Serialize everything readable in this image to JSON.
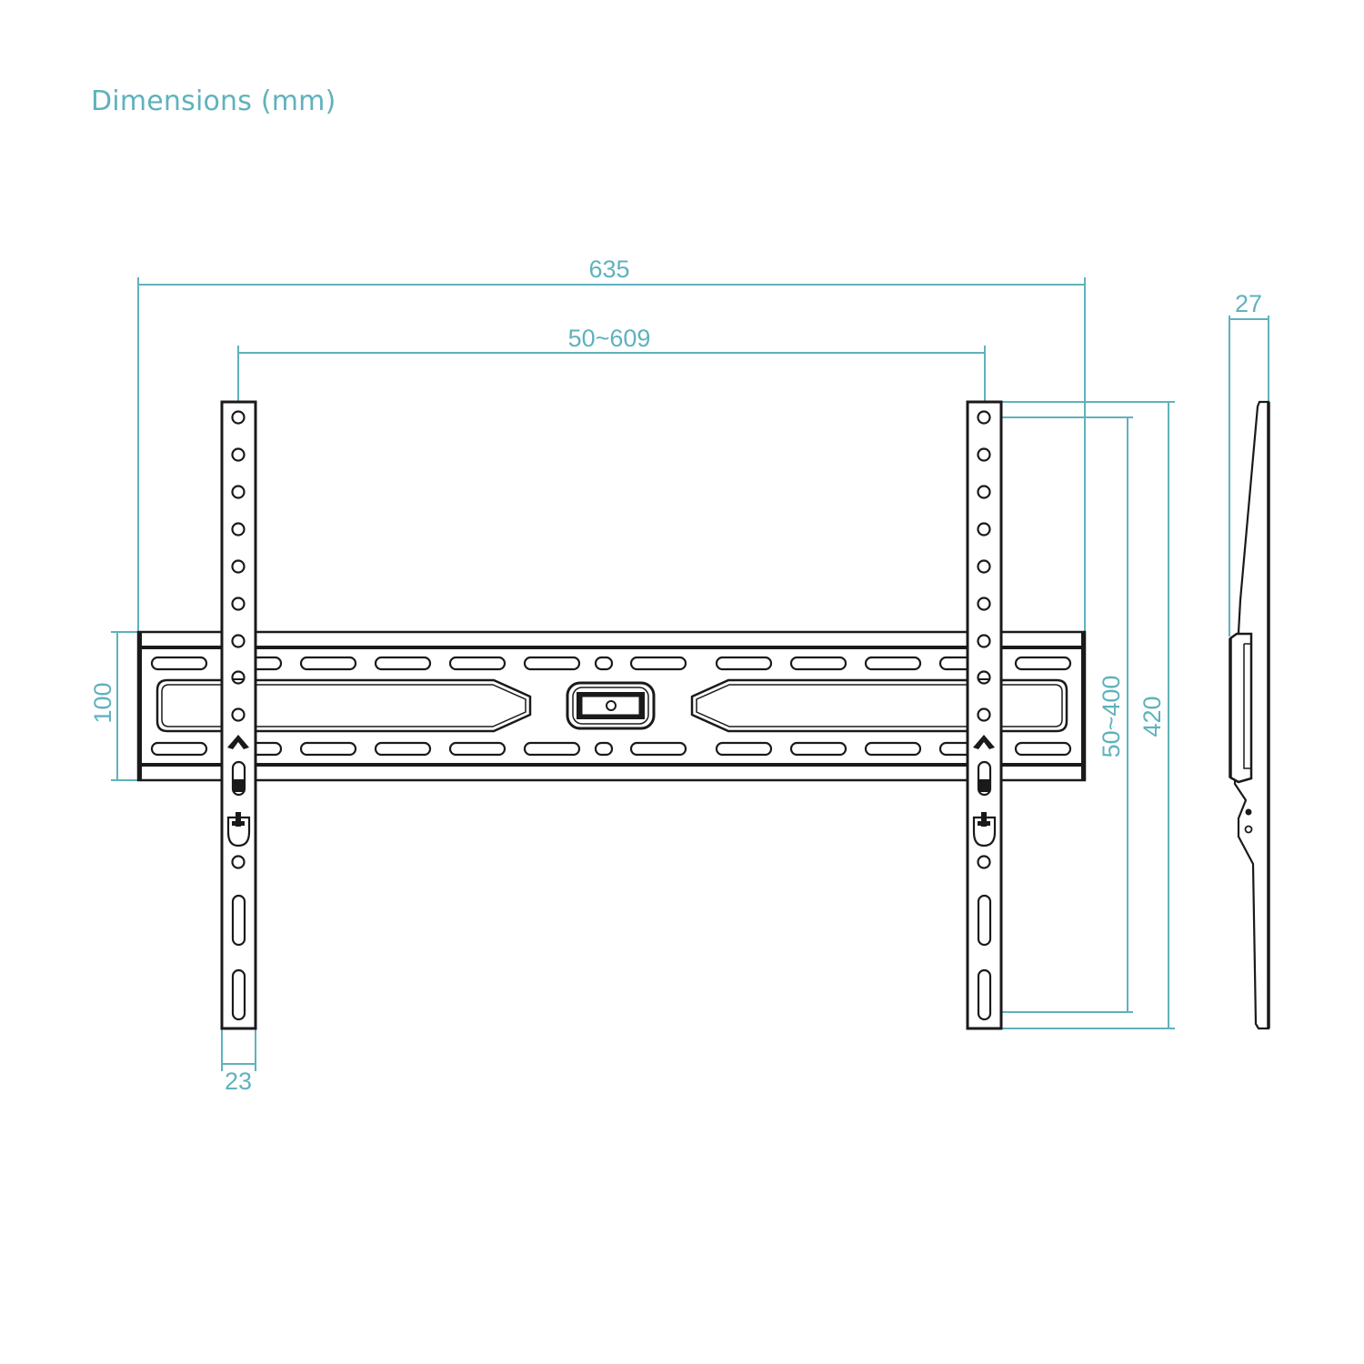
{
  "title": "Dimensions (mm)",
  "colors": {
    "accent": "#5fb2bd",
    "line": "#1a1a1a",
    "background": "#ffffff"
  },
  "dimensions": {
    "overall_width": "635",
    "vesa_horizontal": "50~609",
    "overall_height": "420",
    "vesa_vertical": "50~400",
    "wall_plate_height": "100",
    "arm_width": "23",
    "profile_depth": "27"
  },
  "views": [
    "front-view",
    "side-profile-view"
  ]
}
